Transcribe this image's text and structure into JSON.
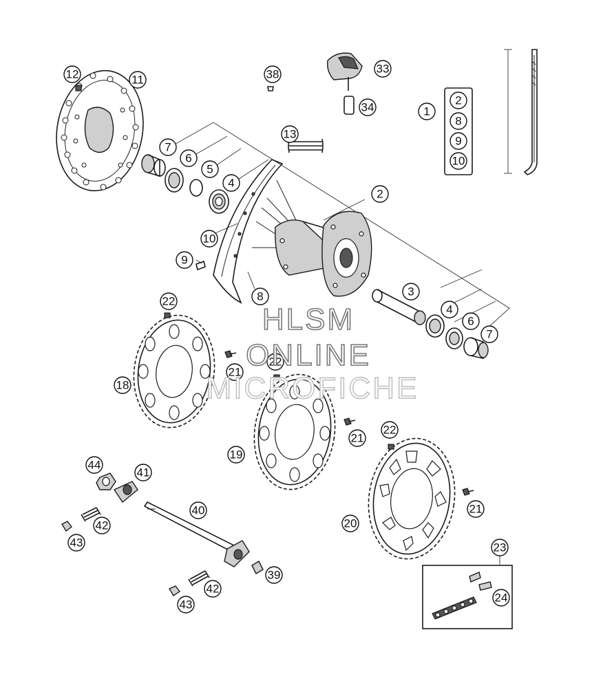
{
  "watermark": {
    "line1": "HLSM",
    "line2": "ONLINE",
    "line3": "MICROFICHE"
  },
  "callouts": {
    "c1": "1",
    "c2": "2",
    "c3": "3",
    "c4": "4",
    "c5": "5",
    "c6": "6",
    "c7": "7",
    "c8": "8",
    "c9": "9",
    "c10": "10",
    "c11": "11",
    "c12": "12",
    "c13": "13",
    "c18": "18",
    "c19": "19",
    "c20": "20",
    "c21": "21",
    "c22": "22",
    "c23": "23",
    "c24": "24",
    "c33": "33",
    "c34": "34",
    "c38": "38",
    "c39": "39",
    "c40": "40",
    "c41": "41",
    "c42": "42",
    "c43": "43",
    "c44": "44"
  }
}
